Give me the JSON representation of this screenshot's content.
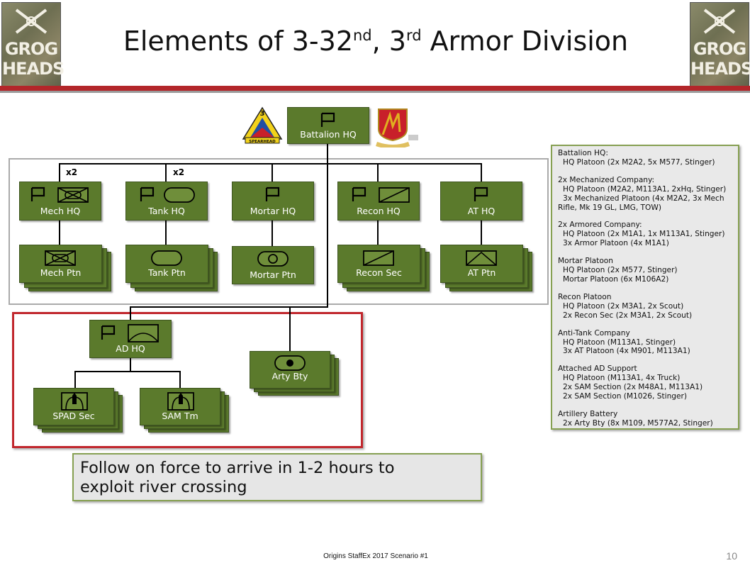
{
  "title": {
    "main": "Elements of 3-32",
    "sup1": "nd",
    "mid": ", 3",
    "sup2": "rd",
    "end": " Armor Division"
  },
  "logo": {
    "line1": "GROG",
    "line2": "HEADS"
  },
  "insignia": {
    "division_patch_text": "3",
    "division_banner": "SPEARHEAD"
  },
  "org_chart": {
    "battalion_hq": "Battalion HQ",
    "multipliers": {
      "mech": "x2",
      "tank": "x2"
    },
    "hq_units": [
      "Mech HQ",
      "Tank HQ",
      "Mortar HQ",
      "Recon HQ",
      "AT HQ"
    ],
    "subunits": [
      "Mech Ptn",
      "Tank Ptn",
      "Mortar Ptn",
      "Recon Sec",
      "AT Ptn"
    ],
    "ad_hq": "AD HQ",
    "ad_subunits": [
      "SPAD Sec",
      "SAM Tm"
    ],
    "arty": "Arty Bty"
  },
  "info": [
    {
      "head": "Battalion HQ:",
      "lines": [
        "HQ Platoon (2x M2A2, 5x M577, Stinger)"
      ]
    },
    {
      "head": "2x Mechanized Company:",
      "lines": [
        "HQ Platoon (M2A2, M113A1, 2xHq, Stinger)",
        "3x Mechanized  Platoon (4x M2A2, 3x Mech",
        "Rifle, Mk 19 GL, LMG, TOW)"
      ]
    },
    {
      "head": "2x Armored Company:",
      "lines": [
        "HQ Platoon (2x M1A1, 1x M113A1, Stinger)",
        "3x Armor  Platoon (4x M1A1)"
      ]
    },
    {
      "head": "Mortar Platoon",
      "lines": [
        "HQ Platoon (2x M577, Stinger)",
        "Mortar Platoon (6x M106A2)"
      ]
    },
    {
      "head": "Recon Platoon",
      "lines": [
        "HQ Platoon (2x M3A1, 2x Scout)",
        "2x Recon Sec (2x M3A1, 2x Scout)"
      ]
    },
    {
      "head": "Anti-Tank Company",
      "lines": [
        "HQ Platoon (M113A1, Stinger)",
        "3x AT Platoon (4x M901, M113A1)"
      ]
    },
    {
      "head": "Attached AD Support",
      "lines": [
        "HQ Platoon (M113A1, 4x Truck)",
        "2x SAM Section (2x M48A1, M113A1)",
        "2x SAM Section (M1026, Stinger)"
      ]
    },
    {
      "head": "Artillery Battery",
      "lines": [
        "2x Arty Bty (8x M109, M577A2, Stinger)"
      ]
    }
  ],
  "note": {
    "line1": "Follow on force to arrive in 1-2 hours to",
    "line2": "exploit river crossing"
  },
  "footer": "Origins StaffEx 2017 Scenario #1",
  "page_number": "10",
  "colors": {
    "unit_green": "#5b7a2c",
    "accent_red": "#b3262a",
    "info_border": "#86a052"
  }
}
